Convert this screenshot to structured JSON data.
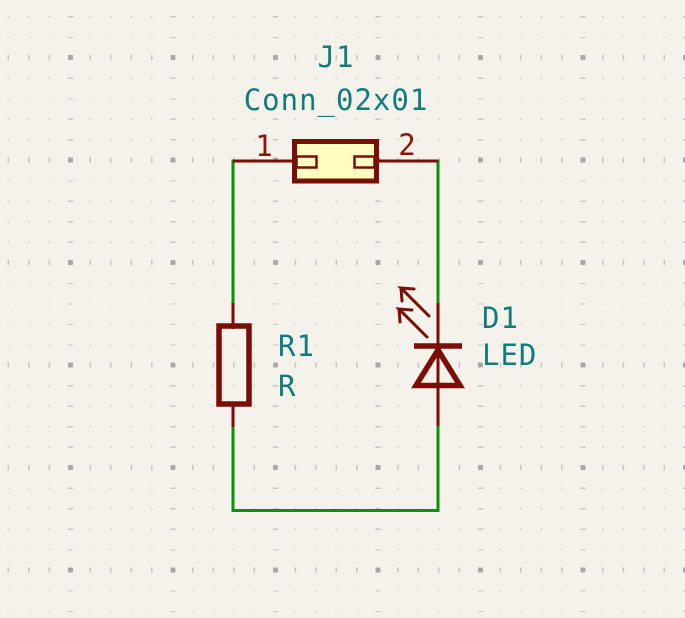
{
  "colors": {
    "canvas-bg": "#F4F2EB",
    "grid-dot": "#C8C6C0",
    "grid-major": "#A9A7A1",
    "wire": "#089408",
    "symbol": "#7A0E06",
    "symbol-fill": "#FFFCC2",
    "field-text": "#0F7D7D",
    "pin-number": "#8F1408"
  },
  "schematic": {
    "connector": {
      "reference": "J1",
      "value": "Conn_02x01",
      "pin_numbers": [
        "1",
        "2"
      ]
    },
    "resistor": {
      "reference": "R1",
      "value": "R"
    },
    "led": {
      "reference": "D1",
      "value": "LED"
    }
  }
}
